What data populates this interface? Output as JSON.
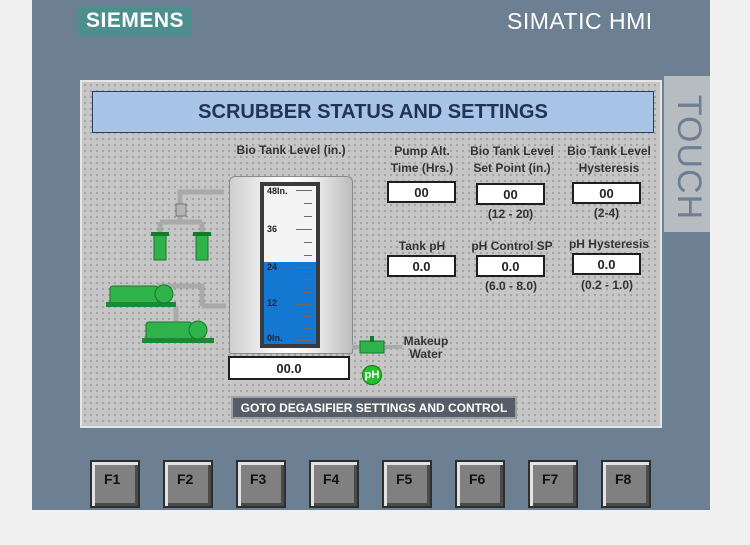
{
  "brand": {
    "logo": "SIEMENS",
    "product": "SIMATIC HMI",
    "touch_label": "TOUCH"
  },
  "screen": {
    "title": "SCRUBBER STATUS AND SETTINGS",
    "bio_tank": {
      "label": "Bio Tank Level (in.)",
      "level_value": "00.0",
      "level_fill_fraction": 0.52,
      "scale_ticks": [
        "48In.",
        "36",
        "24",
        "12",
        "0In."
      ]
    },
    "pump_alt": {
      "label_line1": "Pump Alt.",
      "label_line2": "Time (Hrs.)",
      "value": "00"
    },
    "level_setpoint": {
      "label_line1": "Bio Tank Level",
      "label_line2": "Set Point (in.)",
      "value": "00",
      "range": "(12 - 20)"
    },
    "level_hysteresis": {
      "label_line1": "Bio Tank Level",
      "label_line2": "Hysteresis",
      "value": "00",
      "range": "(2-4)"
    },
    "tank_ph": {
      "label": "Tank pH",
      "value": "0.0"
    },
    "ph_control_sp": {
      "label": "pH Control SP",
      "value": "0.0",
      "range": "(6.0 - 8.0)"
    },
    "ph_hysteresis": {
      "label": "pH Hysteresis",
      "value": "0.0",
      "range": "(0.2 - 1.0)"
    },
    "makeup_water": {
      "label_line1": "Makeup",
      "label_line2": "Water"
    },
    "ph_indicator": "pH",
    "nav_button": "GOTO DEGASIFIER SETTINGS AND CONTROL"
  },
  "function_keys": [
    "F1",
    "F2",
    "F3",
    "F4",
    "F5",
    "F6",
    "F7",
    "F8"
  ],
  "colors": {
    "bezel": "#6d7f93",
    "title_bar": "#a8c4e6",
    "tank_fill": "#1478d2",
    "pump_green": "#2fb34a",
    "logo_teal": "#4d8f8f"
  }
}
